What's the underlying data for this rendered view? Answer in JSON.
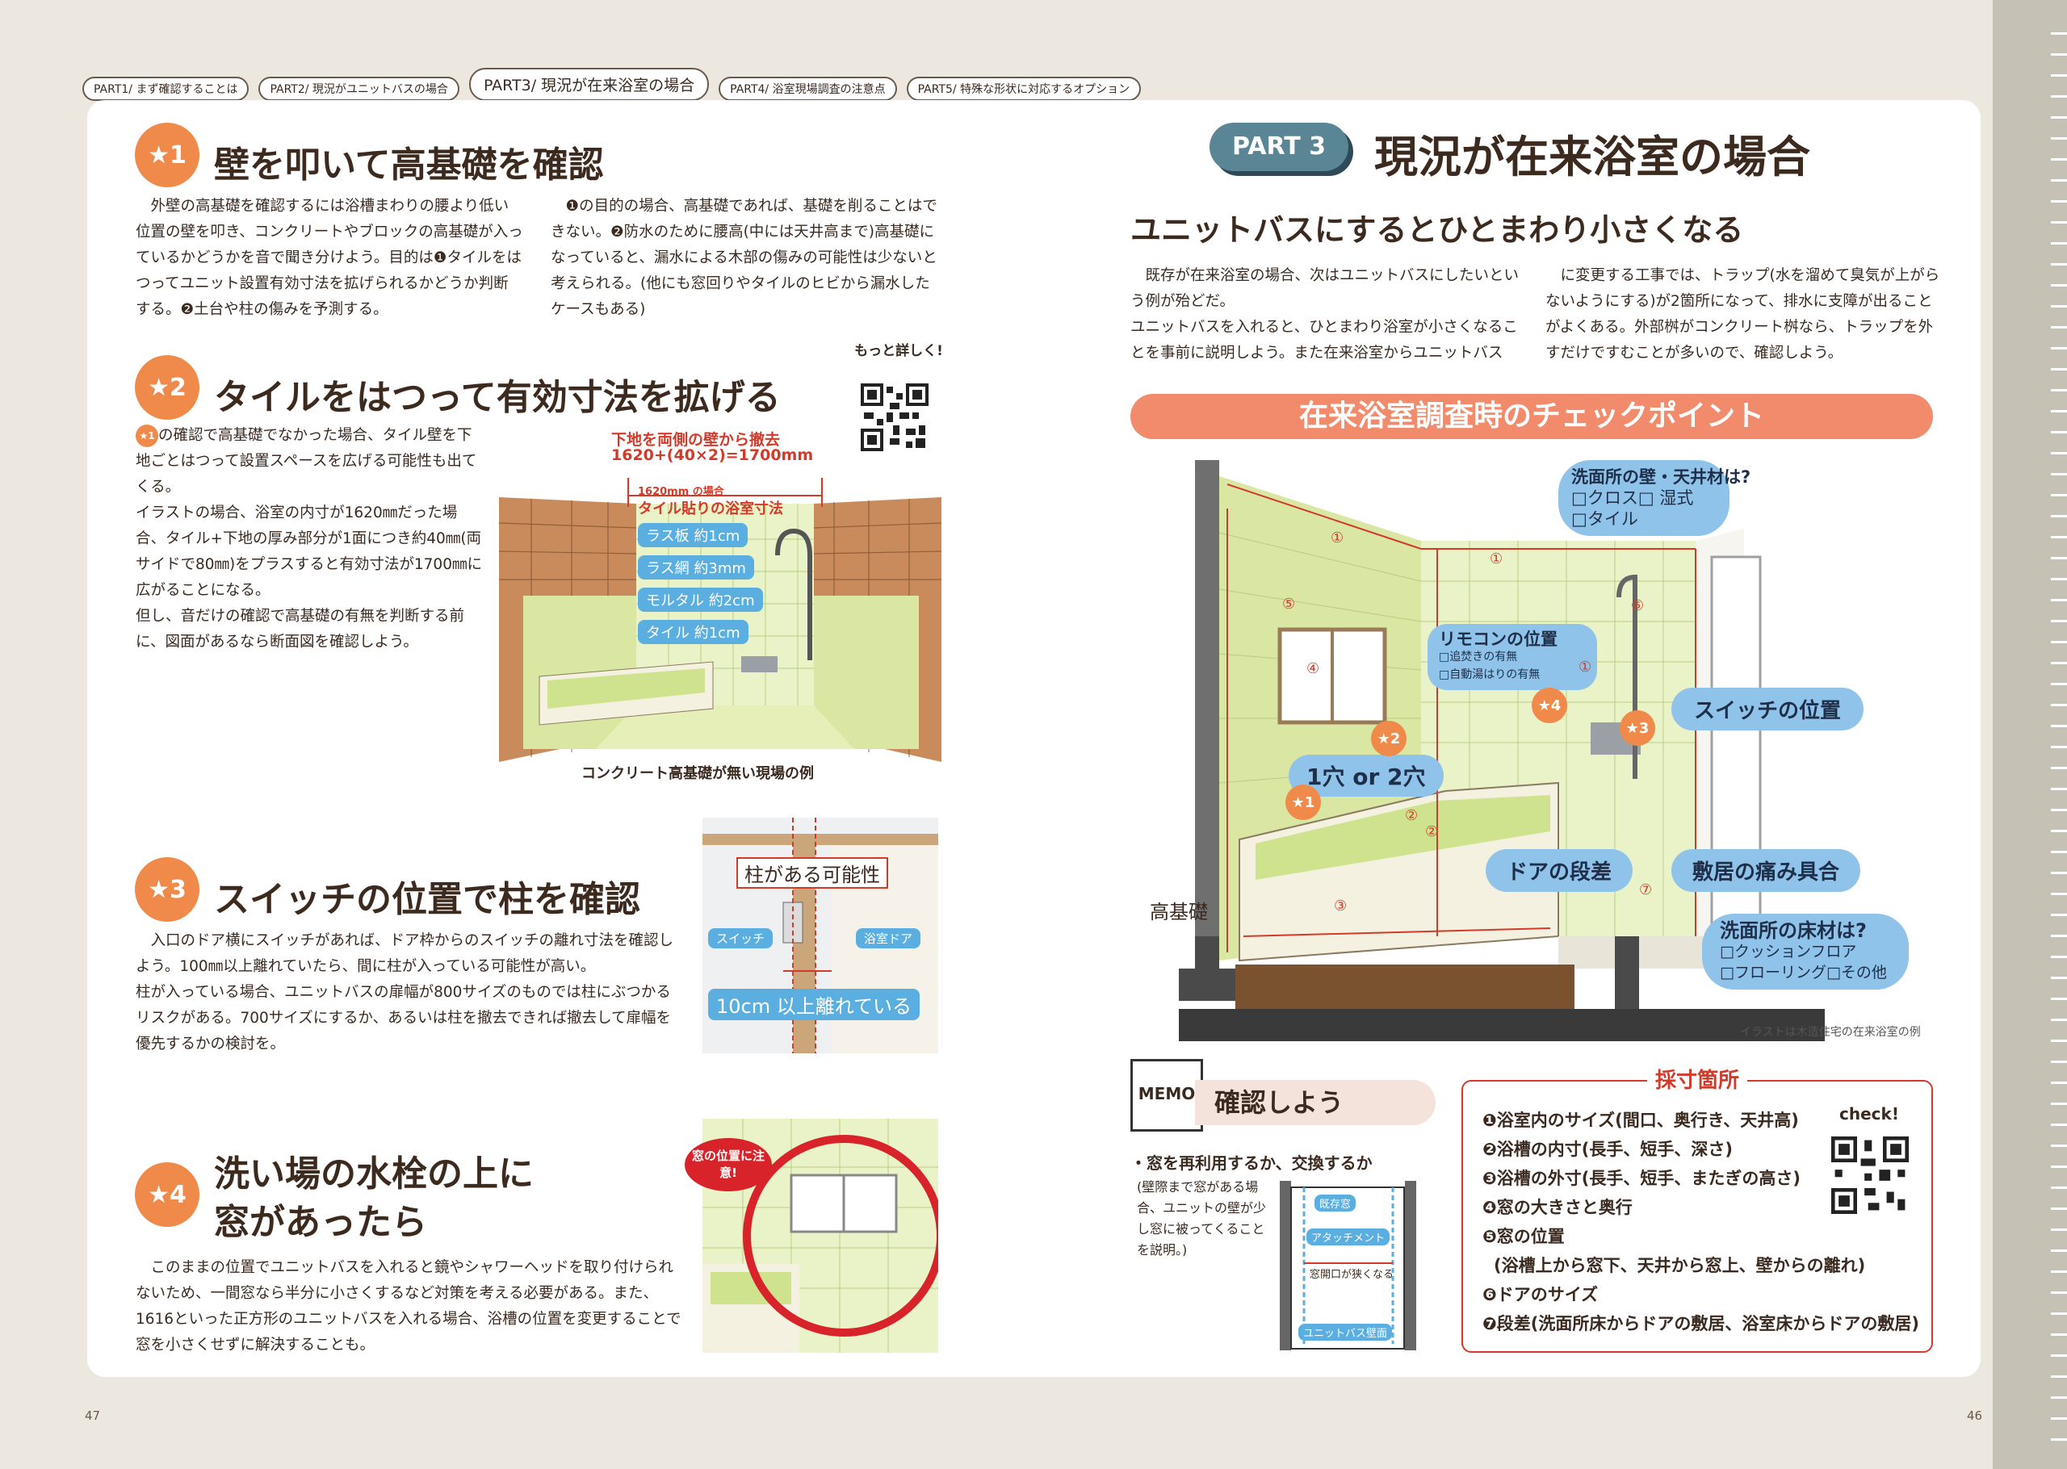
{
  "tabs": [
    "PART1/ まず確認することは",
    "PART2/ 現況がユニットバスの場合",
    "PART3/ 現況が在来浴室の場合",
    "PART4/ 浴室現場調査の注意点",
    "PART5/ 特殊な形状に対応するオプション"
  ],
  "s1": {
    "badge": "★1",
    "title": "壁を叩いて高基礎を確認",
    "col1": "外壁の高基礎を確認するには浴槽まわりの腰より低い位置の壁を叩き、コンクリートやブロックの高基礎が入っているかどうかを音で聞き分けよう。目的は❶タイルをはつってユニット設置有効寸法を拡げられるかどうか判断する。❷土台や柱の傷みを予測する。",
    "col2": "❶の目的の場合、高基礎であれば、基礎を削ることはできない。❷防水のために腰高(中には天井高まで)高基礎になっていると、漏水による木部の傷みの可能性は少ないと考えられる。(他にも窓回りやタイルのヒビから漏水したケースもある)"
  },
  "s2": {
    "badge": "★2",
    "title": "タイルをはつって有効寸法を拡げる",
    "body": "の確認で高基礎でなかった場合、タイル壁を下地ごとはつって設置スペースを広げる可能性も出てくる。\nイラストの場合、浴室の内寸が1620㎜だった場合、タイル+下地の厚み部分が1面につき約40㎜(両サイドで80㎜)をプラスすると有効寸法が1700㎜に広がることになる。\n但し、音だけの確認で高基礎の有無を判断する前に、図面があるなら断面図を確認しよう。",
    "inline_badge": "★1",
    "qr_label": "もっと詳しく!",
    "ann1": "下地を両側の壁から撤去",
    "ann2": "1620+(40×2)=1700mm",
    "ann3": "1620mm の場合",
    "ann4": "タイル貼りの浴室寸法",
    "layers": [
      "ラス板 約1cm",
      "ラス網 約3mm",
      "モルタル 約2cm",
      "タイル 約1cm"
    ],
    "caption": "コンクリート高基礎が無い現場の例"
  },
  "s3": {
    "badge": "★3",
    "title": "スイッチの位置で柱を確認",
    "body": "入口のドア横にスイッチがあれば、ドア枠からのスイッチの離れ寸法を確認しよう。100㎜以上離れていたら、間に柱が入っている可能性が高い。\n柱が入っている場合、ユニットバスの扉幅が800サイズのものでは柱にぶつかるリスクがある。700サイズにするか、あるいは柱を撤去できれば撤去して扉幅を優先するかの検討を。",
    "ann_pillar": "柱がある可能性",
    "ann_switch": "スイッチ",
    "ann_door": "浴室ドア",
    "ann_dist": "10cm 以上離れている"
  },
  "s4": {
    "badge": "★4",
    "title_l1": "洗い場の水栓の上に",
    "title_l2": "窓があったら",
    "body": "このままの位置でユニットバスを入れると鏡やシャワーヘッドを取り付けられないため、一間窓なら半分に小さくするなど対策を考える必要がある。また、1616といった正方形のユニットバスを入れる場合、浴槽の位置を変更することで窓を小さくせずに解決することも。",
    "callout": "窓の位置に注意!"
  },
  "right": {
    "part_label": "PART 3",
    "title": "現況が在来浴室の場合",
    "subtitle": "ユニットバスにするとひとまわり小さくなる",
    "col1": "既存が在来浴室の場合、次はユニットバスにしたいという例が殆どだ。\nユニットバスを入れると、ひとまわり浴室が小さくなることを事前に説明しよう。また在来浴室からユニットバス",
    "col2": "に変更する工事では、トラップ(水を溜めて臭気が上がらないようにする)が2箇所になって、排水に支障が出ることがよくある。外部桝がコンクリート桝なら、トラップを外すだけですむことが多いので、確認しよう。",
    "banner": "在来浴室調査時のチェックポイント"
  },
  "diagram": {
    "b1_title": "洗面所の壁・天井材は?",
    "b1_l1": "□クロス□ 湿式",
    "b1_l2": "□タイル",
    "b_remote": "リモコンの位置",
    "b_remote_l1": "□追焚きの有無",
    "b_remote_l2": "□自動湯はりの有無",
    "b_switch": "スイッチの位置",
    "b_holes": "1穴 or 2穴",
    "b_door": "ドアの段差",
    "b_sill": "敷居の痛み具合",
    "b_floor": "洗面所の床材は?",
    "b_floor_l1": "□クッションフロア",
    "b_floor_l2": "□フローリング□その他",
    "foundation": "高基礎",
    "caption": "イラストは木造住宅の在来浴室の例",
    "n1": "①",
    "n2": "②",
    "n3": "③",
    "n4": "④",
    "n5": "⑤",
    "n6": "⑥",
    "n7": "⑦",
    "s1": "★1",
    "s2": "★2",
    "s3": "★3",
    "s4": "★4"
  },
  "memo": {
    "icon": "MEMO",
    "title": "確認しよう",
    "bullet": "・窓を再利用するか、交換するか",
    "note": "(壁際まで窓がある場合、ユニットの壁が少し窓に被ってくることを説明。)",
    "d1": "既存窓",
    "d2": "アタッチメント",
    "d3": "窓開口が狭くなる",
    "d4": "ユニットバス壁面"
  },
  "measure": {
    "title": "採寸箇所",
    "check": "check!",
    "items": [
      "❶浴室内のサイズ(間口、奥行き、天井高)",
      "❷浴槽の内寸(長手、短手、深さ)",
      "❸浴槽の外寸(長手、短手、またぎの高さ)",
      "❹窓の大きさと奥行",
      "❺窓の位置",
      "(浴槽上から窓下、天井から窓上、壁からの離れ)",
      "❻ドアのサイズ",
      "❼段差(洗面所床からドアの敷居、浴室床からドアの敷居)"
    ]
  },
  "pages": {
    "left": "47",
    "right": "46"
  }
}
